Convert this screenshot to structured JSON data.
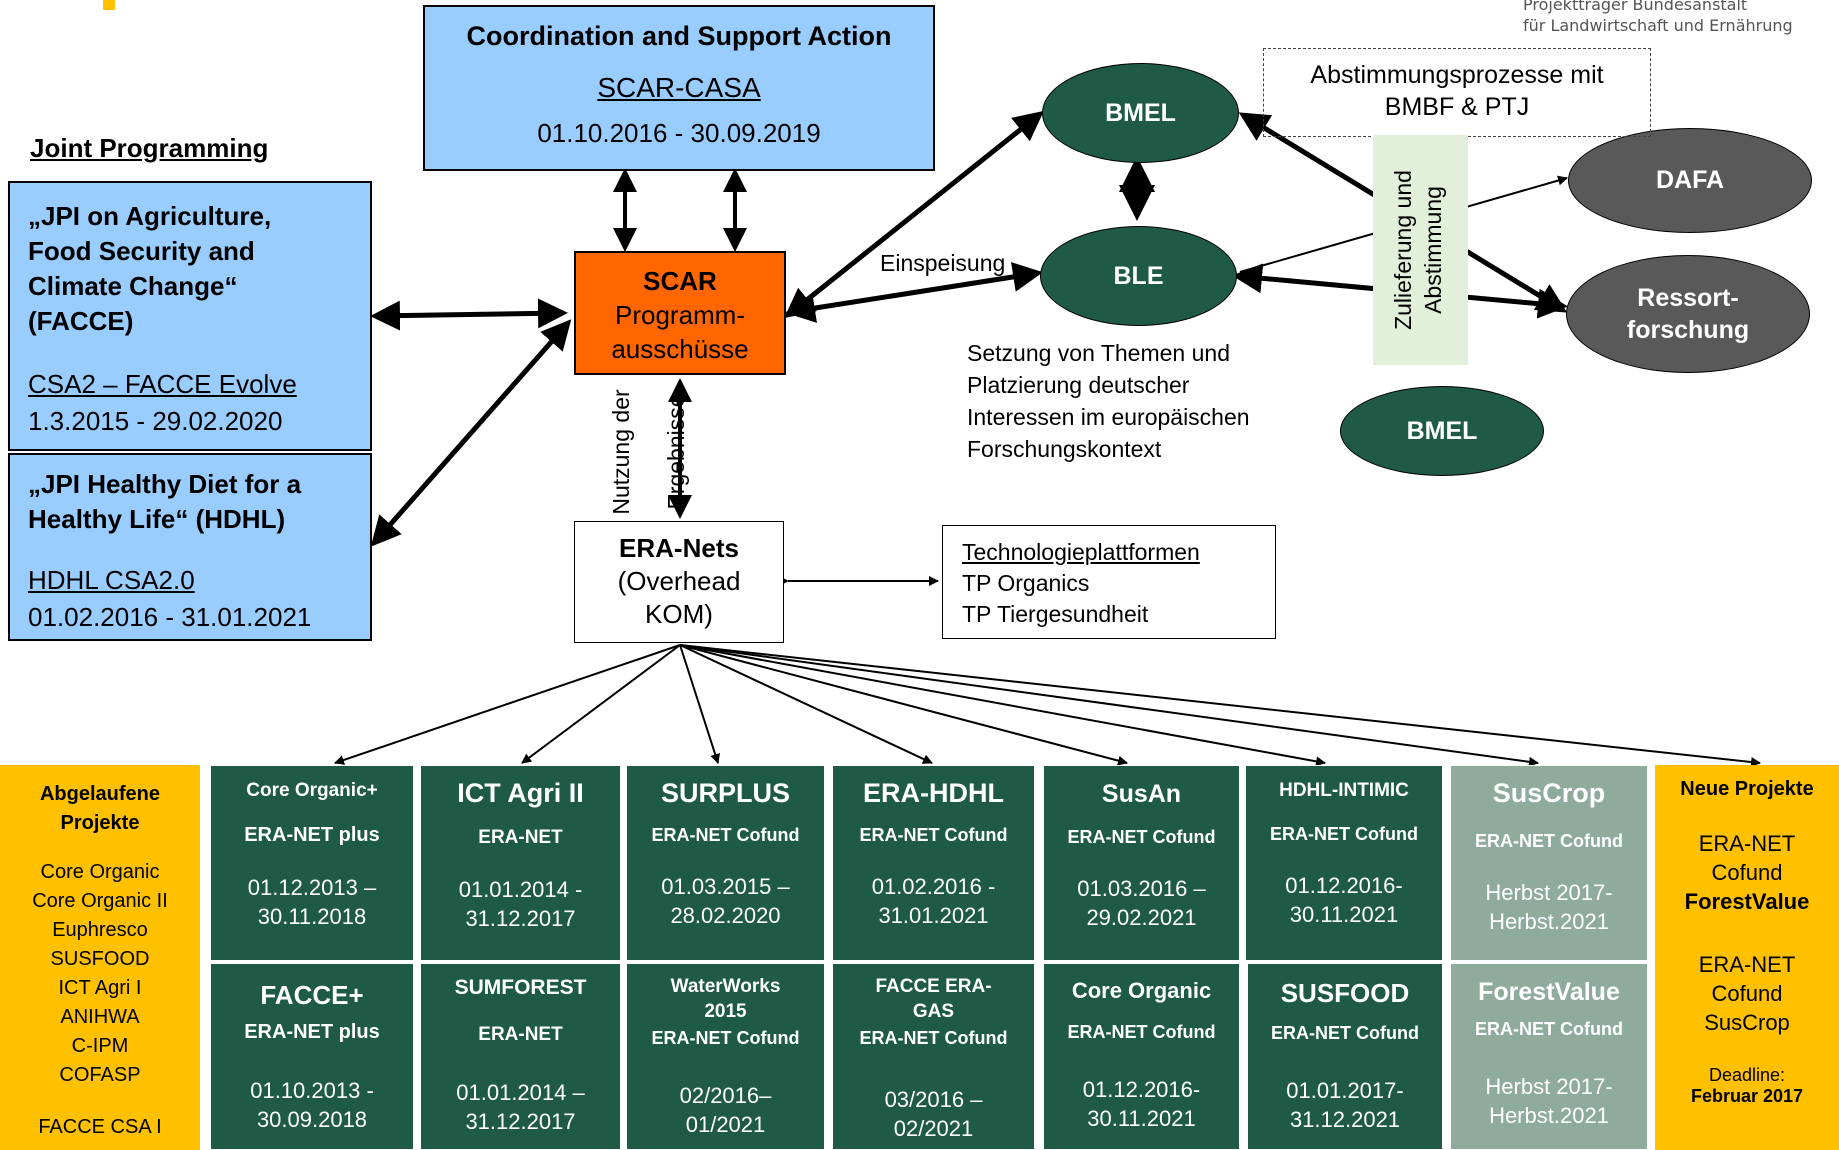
{
  "header": {
    "agency_line1": "Projektträger Bundesanstalt",
    "agency_line2": "für Landwirtschaft und Ernährung"
  },
  "csa_box": {
    "title": "Coordination and Support Action",
    "name": "SCAR-CASA",
    "dates": "01.10.2016 - 30.09.2019"
  },
  "joint_programming": {
    "heading": "Joint Programming"
  },
  "facce_box": {
    "line1": "„JPI on Agriculture,",
    "line2": "Food Security and",
    "line3": "Climate Change“",
    "line4": "(FACCE)",
    "csa": "CSA2 – FACCE Evolve",
    "dates": "1.3.2015 - 29.02.2020"
  },
  "hdhl_box": {
    "line1": "„JPI Healthy Diet for a",
    "line2": "Healthy Life“ (HDHL)",
    "csa": "HDHL CSA2.0",
    "dates": "01.02.2016 - 31.01.2021"
  },
  "scar_box": {
    "title": "SCAR",
    "line2": "Programm-",
    "line3": "ausschüsse"
  },
  "vertical_labels": {
    "left": "Nutzung der",
    "right": "Ergebnisse"
  },
  "einspeisung": "Einspeisung",
  "bmel_top": "BMEL",
  "ble": "BLE",
  "bmel_bottom": "BMEL",
  "dafa": "DAFA",
  "ressort": {
    "line1": "Ressort-",
    "line2": "forschung"
  },
  "abstimmung_box": {
    "line1": "Abstimmungsprozesse mit",
    "line2": "BMBF & PTJ"
  },
  "zulieferung": {
    "line1": "Zulieferung und",
    "line2": "Abstimmung"
  },
  "setzung": {
    "line1": "Setzung von Themen und",
    "line2": "Platzierung deutscher",
    "line3": "Interessen im europäischen",
    "line4": "Forschungskontext"
  },
  "eranets": {
    "title": "ERA-Nets",
    "line2": "(Overhead",
    "line3": "KOM)"
  },
  "tech": {
    "title": "Technologieplattformen",
    "line2": "TP Organics",
    "line3": "TP Tiergesundheit"
  },
  "abgelaufene": {
    "title1": "Abgelaufene",
    "title2": "Projekte",
    "items": [
      "Core Organic",
      "Core Organic II",
      "Euphresco",
      "SUSFOOD",
      "ICT Agri I",
      "ANIHWA",
      "C-IPM",
      "COFASP"
    ],
    "last": "FACCE CSA I"
  },
  "neue": {
    "title": "Neue Projekte",
    "p1": [
      "ERA-NET",
      "Cofund"
    ],
    "p1b": "ForestValue",
    "p2": [
      "ERA-NET",
      "Cofund",
      "SusCrop"
    ],
    "deadline_label": "Deadline:",
    "deadline": "Februar 2017"
  },
  "top_cards": [
    {
      "title": "Core Organic+",
      "type": "ERA-NET plus",
      "d1": "01.12.2013 –",
      "d2": "30.11.2018"
    },
    {
      "title": "ICT Agri II",
      "type": "ERA-NET",
      "d1": "01.01.2014 -",
      "d2": "31.12.2017"
    },
    {
      "title": "SURPLUS",
      "type": "ERA-NET Cofund",
      "d1": "01.03.2015 –",
      "d2": "28.02.2020"
    },
    {
      "title": "ERA-HDHL",
      "type": "ERA-NET Cofund",
      "d1": "01.02.2016 -",
      "d2": "31.01.2021"
    },
    {
      "title": "SusAn",
      "type": "ERA-NET Cofund",
      "d1": "01.03.2016 –",
      "d2": "29.02.2021"
    },
    {
      "title": "HDHL-INTIMIC",
      "type": "ERA-NET Cofund",
      "d1": "01.12.2016-",
      "d2": "30.11.2021"
    },
    {
      "title": "SusCrop",
      "type": "ERA-NET Cofund",
      "d1": "Herbst 2017-",
      "d2": "Herbst.2021"
    }
  ],
  "bottom_cards": [
    {
      "title": "FACCE+",
      "title2": "",
      "type": "ERA-NET plus",
      "d1": "01.10.2013 -",
      "d2": "30.09.2018"
    },
    {
      "title": "SUMFOREST",
      "title2": "",
      "type": "ERA-NET",
      "d1": "01.01.2014 –",
      "d2": "31.12.2017"
    },
    {
      "title": "WaterWorks",
      "title2": "2015",
      "type": "ERA-NET Cofund",
      "d1": "02/2016–",
      "d2": "01/2021"
    },
    {
      "title": "FACCE ERA-",
      "title2": "GAS",
      "type": "ERA-NET Cofund",
      "d1": "03/2016 –",
      "d2": "02/2021"
    },
    {
      "title": "Core Organic",
      "title2": "",
      "type": "ERA-NET Cofund",
      "d1": "01.12.2016-",
      "d2": "30.11.2021"
    },
    {
      "title": "SUSFOOD",
      "title2": "",
      "type": "ERA-NET Cofund",
      "d1": "01.01.2017-",
      "d2": "31.12.2021"
    },
    {
      "title": "ForestValue",
      "title2": "",
      "type": "ERA-NET Cofund",
      "d1": "Herbst 2017-",
      "d2": "Herbst.2021"
    }
  ],
  "colors": {
    "dark_green": "#1e5a45",
    "light_green": "#8eab9b",
    "blue": "#99ccff",
    "orange": "#ff6600",
    "yellow": "#ffc000",
    "grey": "#595959",
    "pale_green": "#e2efd9"
  }
}
